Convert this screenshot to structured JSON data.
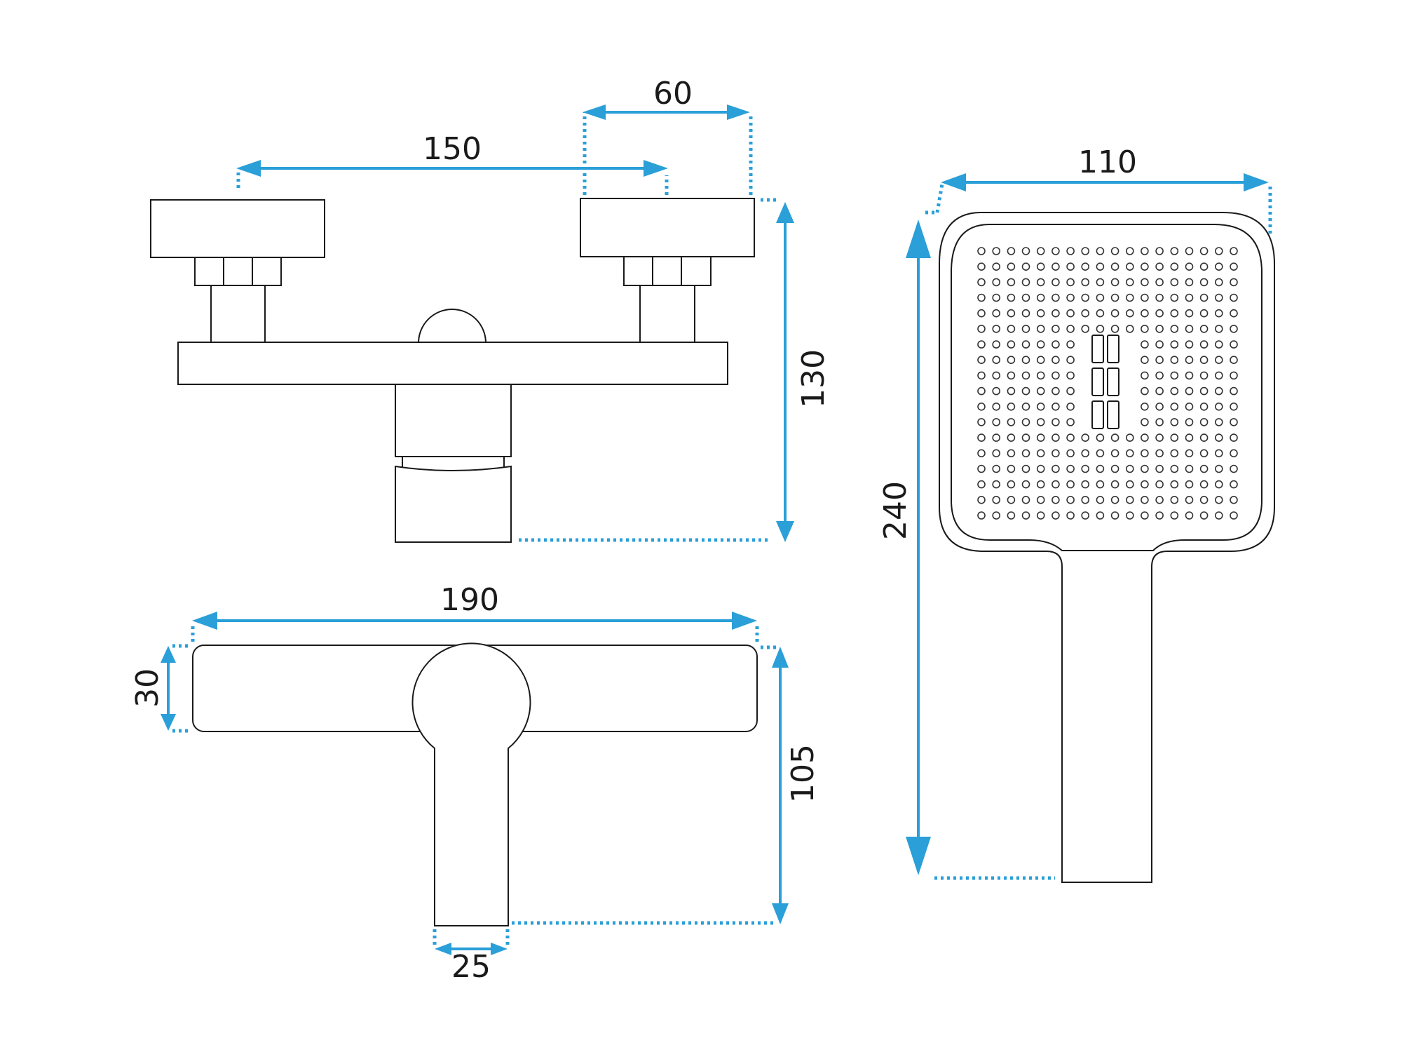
{
  "dimensions": {
    "mixer_front_width": "150",
    "handle_width": "60",
    "mixer_front_height": "130",
    "mixer_top_width": "190",
    "mixer_top_depth": "30",
    "mixer_top_length": "105",
    "outlet_width": "25",
    "shower_head_width": "110",
    "shower_head_length": "240"
  },
  "colors": {
    "dimension": "#2a9fd8",
    "outline": "#1a1a1a",
    "background": "#ffffff"
  }
}
